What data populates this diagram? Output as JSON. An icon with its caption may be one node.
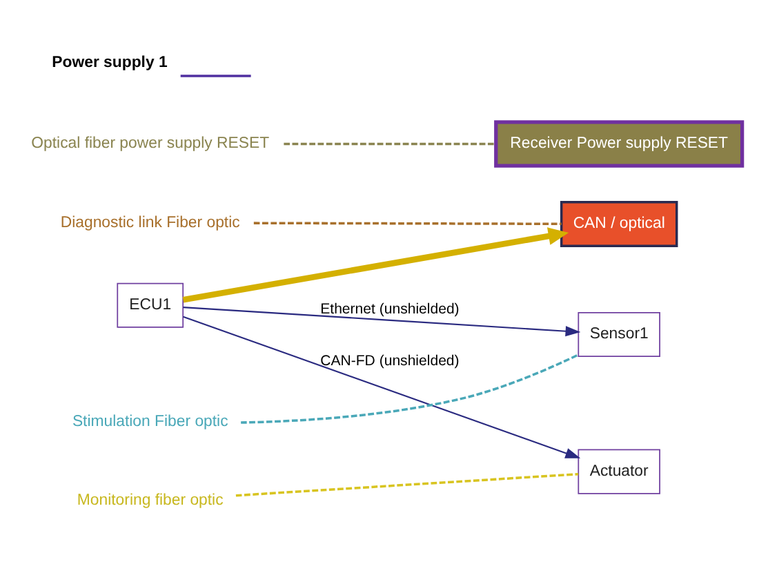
{
  "diagram": {
    "nodes": [
      {
        "text": [
          "CAN / optical"
        ]
      },
      {
        "text": [
          "Sensor1"
        ]
      },
      {
        "text": [
          "Actuator"
        ]
      },
      {
        "text": [
          "ECU1"
        ]
      },
      {
        "text": [
          "Receiver Power supply RESET"
        ]
      },
      {
        "text": [
          "Diagnostic link Fiber optic"
        ]
      },
      {
        "text": [
          "Stimulation Fiber optic"
        ]
      },
      {
        "text": [
          "Monitoring fiber optic"
        ]
      },
      {
        "text": [
          "Optical fiber power supply RESET"
        ]
      }
    ],
    "edges": [
      {
        "from": 3,
        "to": 1,
        "arrow": "to",
        "label": "Ethernet (unshielded)"
      },
      {
        "from": 3,
        "to": 2,
        "arrow": "to",
        "label": "CAN-FD (unshielded)"
      },
      {
        "from": 3,
        "to": 0,
        "arrow": "to",
        "style": "thick",
        "color": "#d4b000"
      },
      {
        "from": 5,
        "to": 0,
        "arrow": "none",
        "style": "dashed",
        "color": "#a8702c"
      },
      {
        "from": 6,
        "to": 1,
        "arrow": "none",
        "style": "dashed",
        "color": "#4aa8b8"
      },
      {
        "from": 7,
        "to": 2,
        "arrow": "none",
        "style": "dashed",
        "color": "#d8c420"
      },
      {
        "from": 8,
        "to": 4,
        "arrow": "none",
        "style": "dashed",
        "color": "#8a8450"
      }
    ],
    "legend": [
      {
        "text": "Power supply 1"
      }
    ]
  }
}
